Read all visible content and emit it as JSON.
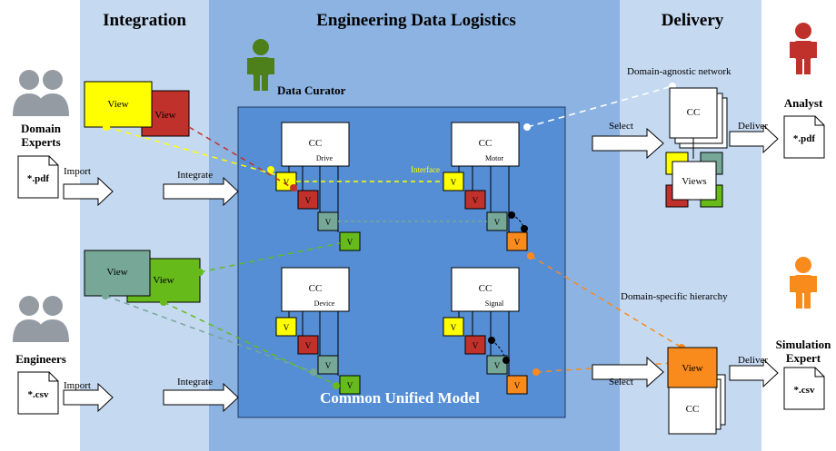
{
  "sections": {
    "integration": "Integration",
    "logistics": "Engineering Data Logistics",
    "delivery": "Delivery"
  },
  "roles": {
    "domain_experts": [
      "Domain",
      "Experts"
    ],
    "engineers": "Engineers",
    "data_curator": "Data Curator",
    "analyst": "Analyst",
    "simulation_expert": [
      "Simulation",
      "Expert"
    ]
  },
  "files": {
    "pdf": "*.pdf",
    "csv": "*.csv"
  },
  "actions": {
    "import": "Import",
    "integrate": "Integrate",
    "select": "Select",
    "deliver": "Deliver"
  },
  "view_label": "View",
  "views_label": "Views",
  "v_label": "V",
  "cc_label": "CC",
  "interface_label": "Interface",
  "components": {
    "drive": "Drive",
    "motor": "Motor",
    "device": "Device",
    "signal": "Signal"
  },
  "model_label": "Common Unified Model",
  "network_label": "Domain-agnostic network",
  "hierarchy_label": "Domain-specific hierarchy",
  "colors": {
    "page_bg": "#ffffff",
    "integration_band": "#c5d9f1",
    "logistics_band": "#8db3e2",
    "delivery_band": "#c5d9f1",
    "model_box": "#558ed5",
    "yellow": "#ffff00",
    "red": "#c0312b",
    "teal": "#76a797",
    "green": "#66bb1a",
    "orange": "#f98a1c",
    "person_gray": "#959ba3",
    "curator_green": "#4d7f1a",
    "analyst_red": "#c0312b",
    "sim_orange": "#f98a1c"
  }
}
